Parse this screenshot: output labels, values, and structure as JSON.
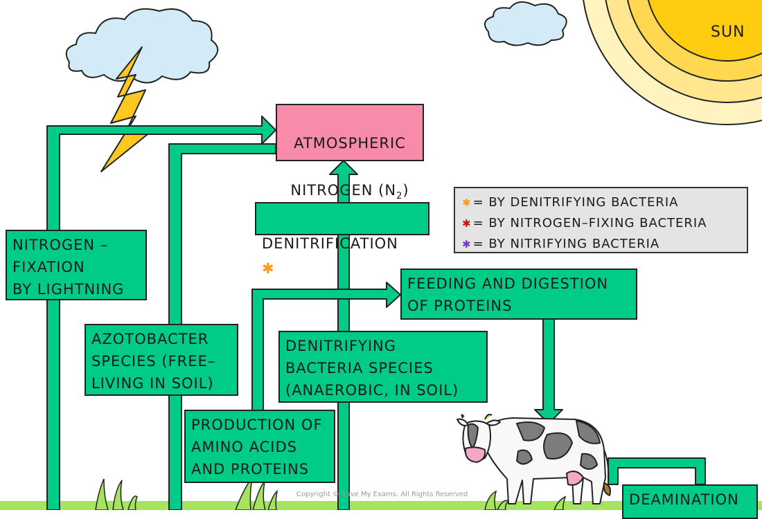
{
  "sun": {
    "label": "SUN"
  },
  "boxes": {
    "atmospheric": {
      "line1": "ATMOSPHERIC",
      "line2_pre": "NITROGEN (N",
      "line2_sub": "2",
      "line2_post": ")"
    },
    "lightning_fixation": "NITROGEN –\nFIXATION\nBY LIGHTNING",
    "azotobacter": "AZOTOBACTER\nSPECIES (FREE–\nLIVING IN SOIL)",
    "denitrification": "DENITRIFICATION",
    "denitrifying_bacteria": "DENITRIFYING\nBACTERIA SPECIES\n(ANAEROBIC, IN SOIL)",
    "feeding": "FEEDING AND DIGESTION\nOF PROTEINS",
    "production": "PRODUCTION OF\nAMINO ACIDS\nAND PROTEINS",
    "deamination": "DEAMINATION"
  },
  "key": {
    "rows": [
      {
        "symbol": "✱",
        "color": "#ff9a1a",
        "text": "= BY DENITRIFYING   BACTERIA"
      },
      {
        "symbol": "✱",
        "color": "#cc1111",
        "text": "= BY  NITROGEN–FIXING   BACTERIA"
      },
      {
        "symbol": "✱",
        "color": "#7a33cc",
        "text": "= BY  NITRIFYING    BACTERIA"
      }
    ]
  },
  "denitrification_marker": {
    "symbol": "✱",
    "color": "#ff9a1a"
  },
  "colors": {
    "arrow": "#00cc88",
    "box": "#00cc88",
    "atmospheric_box": "#f78ba9",
    "key_background": "#e4e4e4",
    "sun_outer": "#fff1b0",
    "sun_core": "#ffcc10",
    "lightning": "#ffc820",
    "ground": "#a6e35f"
  },
  "footer": {
    "copyright": "Copyright © Save My Exams. All Rights Reserved"
  }
}
